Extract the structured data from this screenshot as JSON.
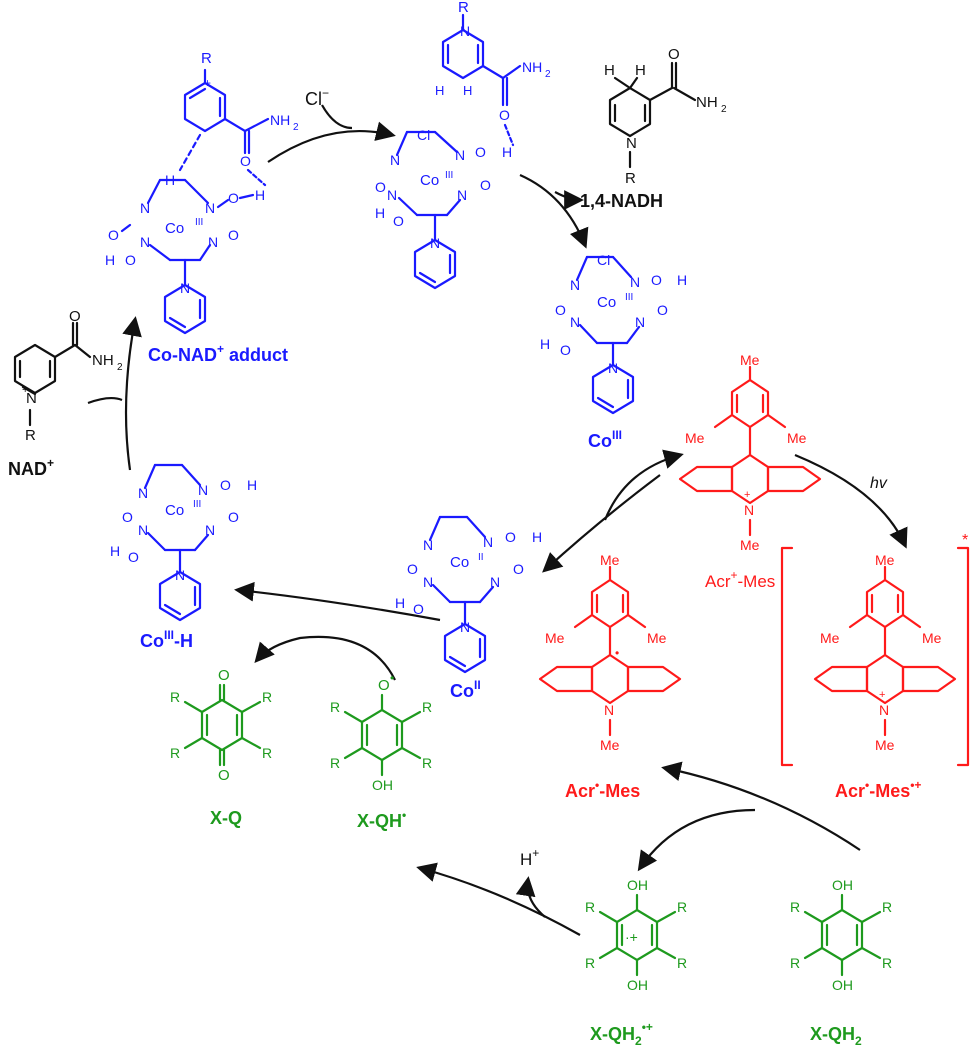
{
  "colors": {
    "cobalt": "#1a1aff",
    "photocatalyst": "#ff1a1a",
    "quinone": "#1e9a1e",
    "reagent": "#111111"
  },
  "labels": {
    "co_nad_adduct": "Co-NAD",
    "co_nad_adduct_sup": "+",
    "co_nad_adduct_tail": " adduct",
    "nadh": "1,4-NADH",
    "nad_plus": "NAD",
    "nad_plus_sup": "+",
    "co3": "Co",
    "co3_sup": "III",
    "co3h": "Co",
    "co3h_sup": "III",
    "co3h_tail": "-H",
    "co2": "Co",
    "co2_sup": "II",
    "acr_plus": "Acr",
    "acr_plus_sup": "+",
    "acr_plus_tail": "-Mes",
    "acr_rad": "Acr",
    "acr_rad_sup": "•",
    "acr_rad_tail": "-Mes",
    "acr_excited": "Acr",
    "acr_excited_sup": "•",
    "acr_excited_mid": "-Mes",
    "acr_excited_sup2": "•+",
    "xq": "X-Q",
    "xqh": "X-QH",
    "xqh_sup": "•",
    "xqh2_rad": "X-QH",
    "xqh2_rad_sub": "2",
    "xqh2_rad_sup": "•+",
    "xqh2": "X-QH",
    "xqh2_sub": "2",
    "chloride": "Cl",
    "chloride_sup": "−",
    "proton": "H",
    "proton_sup": "+",
    "light": "hv",
    "excited_star": "*"
  },
  "atoms": {
    "R": "R",
    "Me": "Me",
    "N": "N",
    "O": "O",
    "H": "H",
    "OH": "OH",
    "Cl": "Cl",
    "NH2": "NH",
    "NH2_sub": "2",
    "Co": "Co",
    "Co_sup_III": "III",
    "Co_sup_II": "II",
    "plus": "+",
    "dot": "•"
  }
}
